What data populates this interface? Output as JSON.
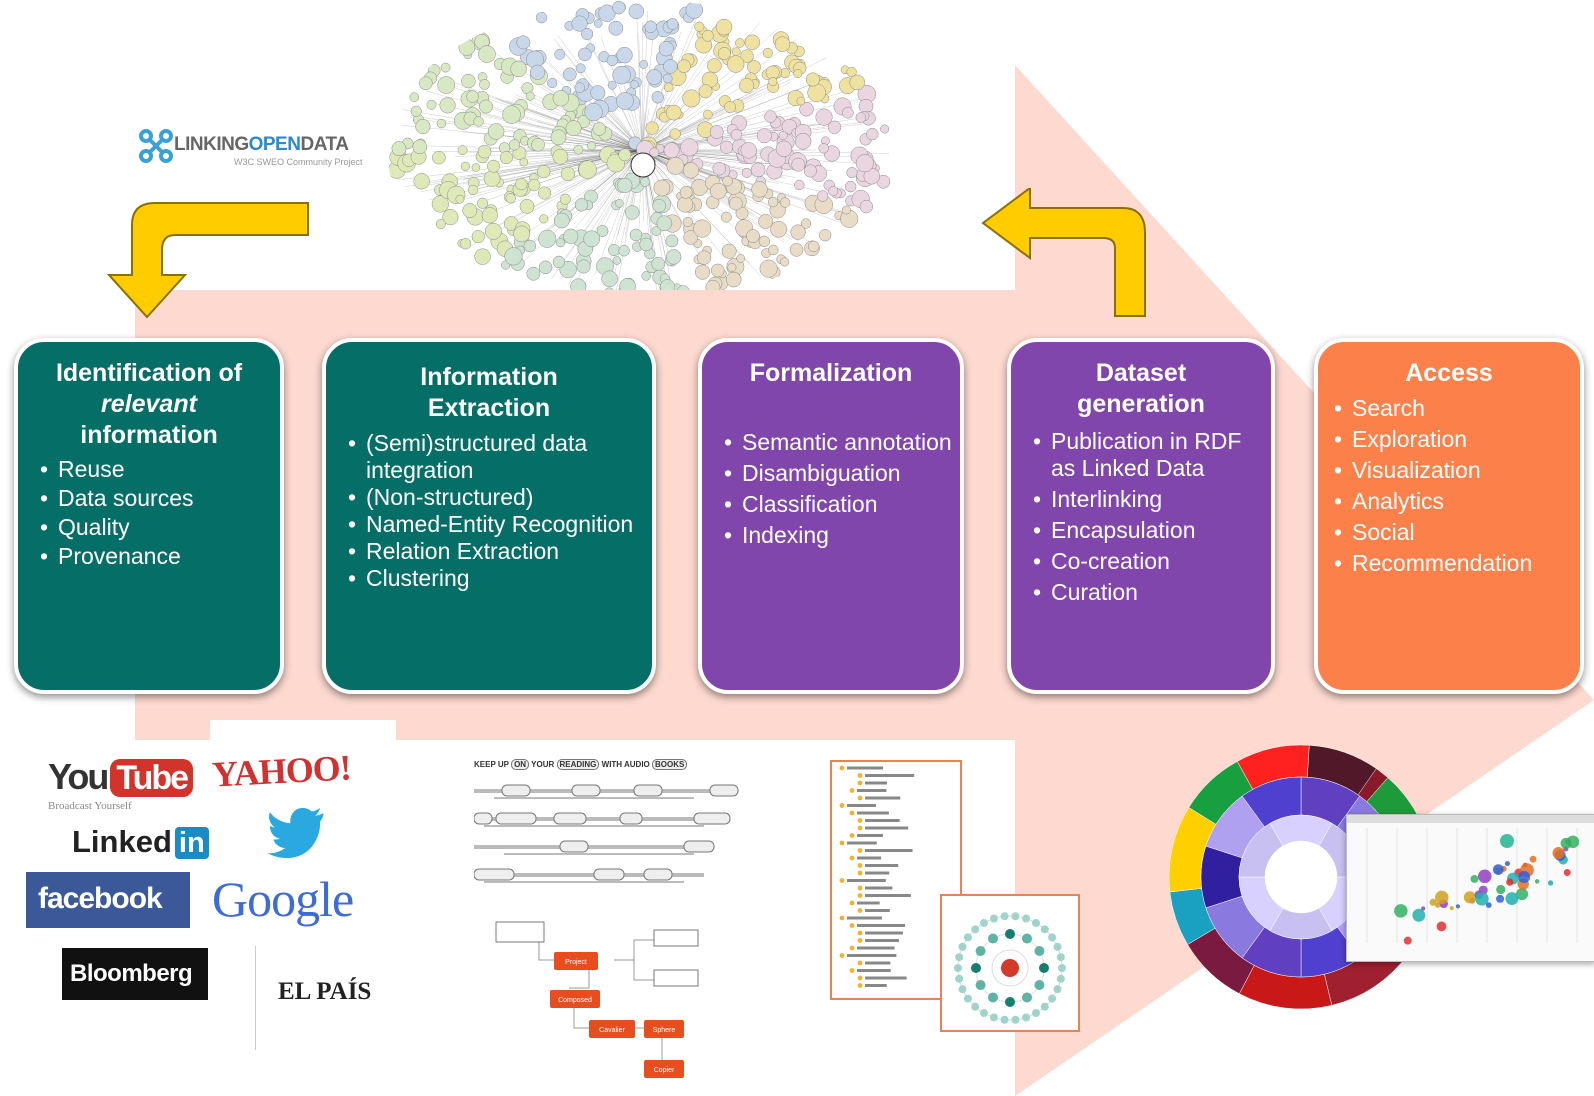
{
  "branding": {
    "lod_logo_part1": "LINKING",
    "lod_logo_part2": "OPEN",
    "lod_logo_part3": "DATA",
    "lod_logo_subtitle": "W3C SWEO Community Project"
  },
  "stages": [
    {
      "title_line1": "Identification of",
      "title_line2": "relevant",
      "title_line3": "information",
      "items": [
        "Reuse",
        "Data sources",
        "Quality",
        "Provenance"
      ]
    },
    {
      "title_line1": "Information",
      "title_line2": "Extraction",
      "items": [
        "(Semi)structured data integration",
        "(Non-structured)",
        "Named-Entity Recognition",
        "Relation Extraction",
        "Clustering"
      ]
    },
    {
      "title_line1": "Formalization",
      "items": [
        "Semantic annotation",
        "Disambiguation",
        "Classification",
        "Indexing"
      ]
    },
    {
      "title_line1": "Dataset",
      "title_line2": "generation",
      "items": [
        "Publication in RDF as Linked Data",
        "Interlinking",
        "Encapsulation",
        "Co-creation",
        "Curation"
      ]
    },
    {
      "title_line1": "Access",
      "items": [
        "Search",
        "Exploration",
        "Visualization",
        "Analytics",
        "Social",
        "Recommendation"
      ]
    }
  ],
  "sources": {
    "youtube_1": "You",
    "youtube_2": "Tube",
    "youtube_tag": "Broadcast Yourself",
    "yahoo": "YAHOO!",
    "linkedin_1": "Linked",
    "linkedin_2": "in",
    "facebook": "facebook",
    "google": "Google",
    "bloomberg": "Bloomberg",
    "elpais": "EL PAÍS"
  },
  "extraction_sample": {
    "words_line1": [
      "KEEP UP",
      "ON",
      "YOUR",
      "READING",
      "WITH AUDIO",
      "BOOKS"
    ],
    "graph_nodes": [
      "Project",
      "Composed",
      "Cavalier",
      "Sphere",
      "Copier"
    ]
  },
  "colors": {
    "teal": "#056e66",
    "purple": "#8046ac",
    "orange": "#fc8049",
    "arrow_pink": "#fdd9d0",
    "yellow_arrow": "#ffcc00"
  }
}
